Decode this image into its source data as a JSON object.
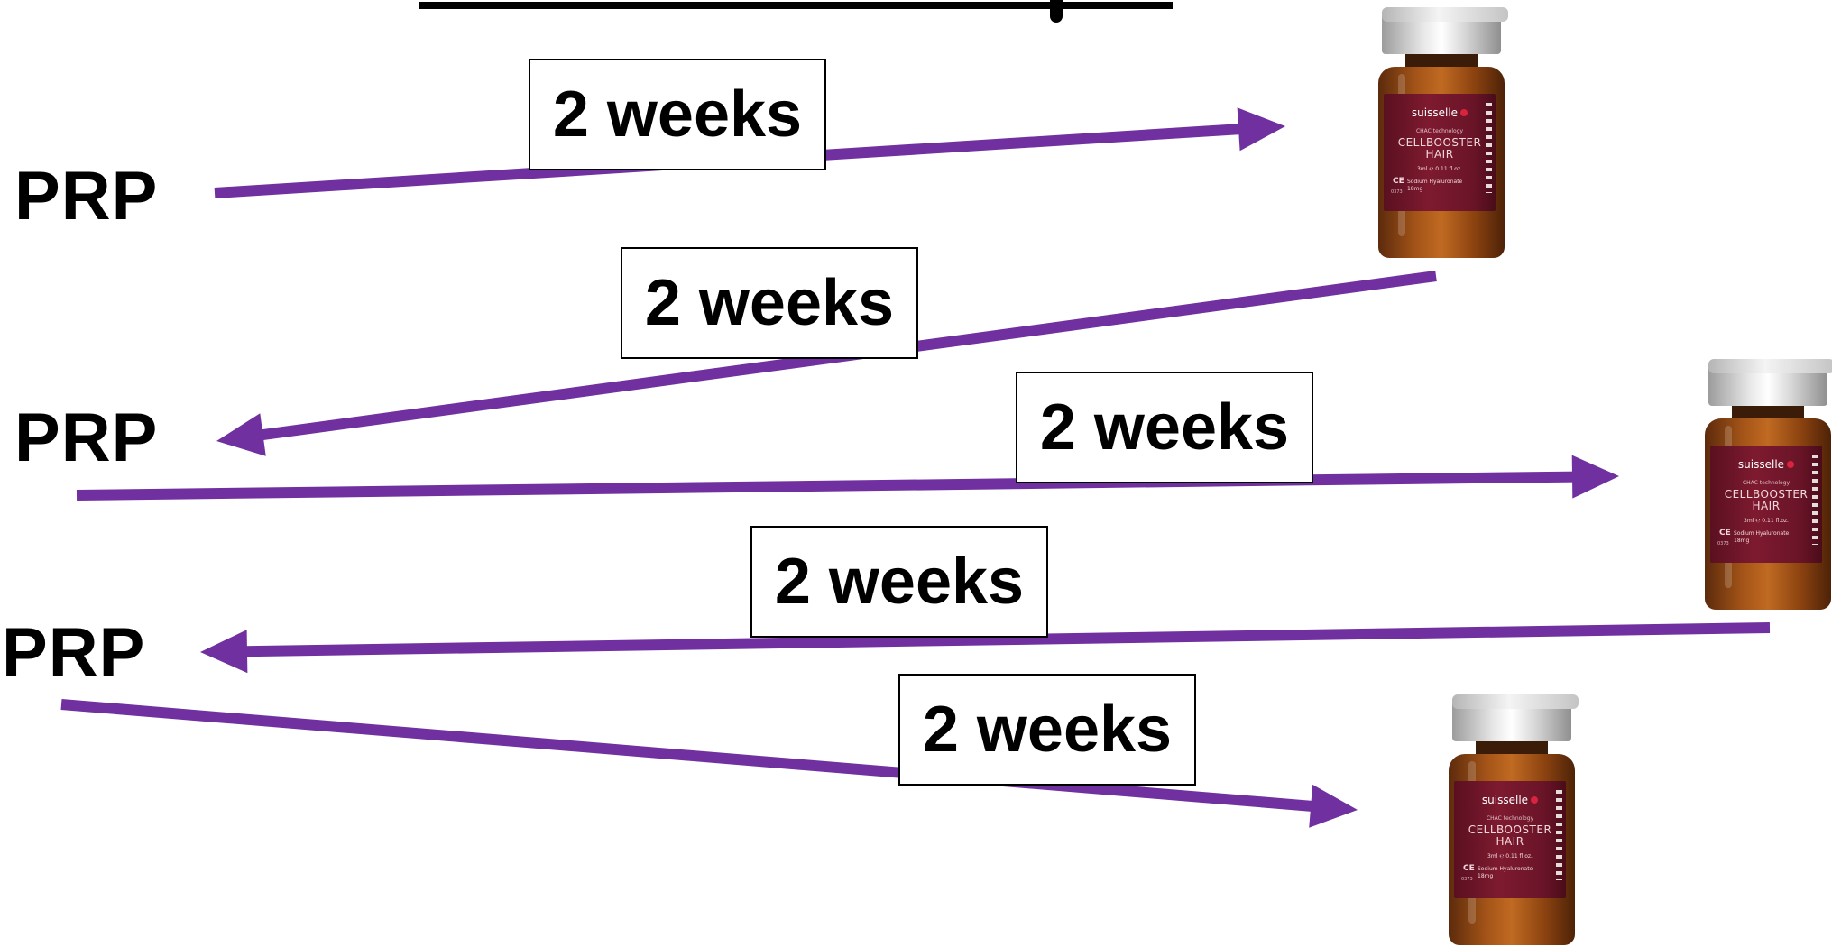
{
  "prp_label": "PRP",
  "duration_label": "2 weeks",
  "arrow_color": "#7030A0",
  "vial_labels": {
    "brand": "suisselle",
    "technology": "CHAC technology",
    "product_line1": "CELLBOOSTER",
    "product_line2": "HAIR",
    "volume": "3ml ℮ 0.11 fl.oz.",
    "ce_mark": "CE",
    "ingredient_line1": "Sodium Hyaluronate",
    "ingredient_line2": "18mg",
    "lot": "0373"
  },
  "protocol_steps": [
    {
      "from": "PRP",
      "to": "Cellbooster Hair",
      "interval": "2 weeks"
    },
    {
      "from": "Cellbooster Hair",
      "to": "PRP",
      "interval": "2 weeks"
    },
    {
      "from": "PRP",
      "to": "Cellbooster Hair",
      "interval": "2 weeks"
    },
    {
      "from": "Cellbooster Hair",
      "to": "PRP",
      "interval": "2 weeks"
    },
    {
      "from": "PRP",
      "to": "Cellbooster Hair",
      "interval": "2 weeks"
    }
  ]
}
